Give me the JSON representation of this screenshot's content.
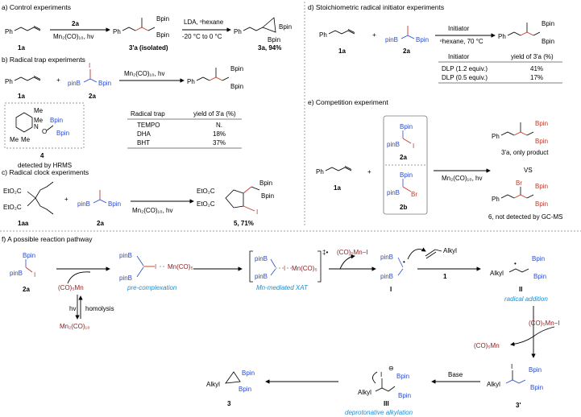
{
  "panels": {
    "a": {
      "title": "a) Control experiments",
      "sm": "1a",
      "reagent": "2a",
      "cond": "Mn₂(CO)₁₀, hv",
      "prod_label": "3'a (isolated)",
      "cond2_top": "LDA, ⁿhexane",
      "cond2_bot": "-20 °C to 0 °C",
      "final": "3a, 94%"
    },
    "b": {
      "title": "b) Radical trap experiments",
      "sm": "1a",
      "reagent": "2a",
      "plus": "+",
      "cond": "Mn₂(CO)₁₀, hv",
      "adduct_num": "4",
      "hrms": "detected by HRMS",
      "table_head": [
        "Radical trap",
        "yield of 3'a (%)"
      ],
      "rows": [
        [
          "TEMPO",
          "N."
        ],
        [
          "DHA",
          "18%"
        ],
        [
          "BHT",
          "37%"
        ]
      ]
    },
    "c": {
      "title": "c) Radical clock experiments",
      "sm": "1aa",
      "reagent": "2a",
      "plus": "+",
      "cond": "Mn₂(CO)₁₀, hv",
      "prod": "5, 71%"
    },
    "d": {
      "title": "d) Stoichiometric radical initiator experiments",
      "sm": "1a",
      "reagent": "2a",
      "plus": "+",
      "cond_top": "Initiator",
      "cond_bot": "ⁿhexane, 70 °C",
      "table_head": [
        "Initiator",
        "yield of 3'a (%)"
      ],
      "rows": [
        [
          "DLP (1.2 equiv.)",
          "41%"
        ],
        [
          "DLP (0.5 equiv.)",
          "17%"
        ]
      ]
    },
    "e": {
      "title": "e) Competition experiment",
      "sm": "1a",
      "plus": "+",
      "r1": "2a",
      "r2": "2b",
      "cond": "Mn₂(CO)₁₀, hv",
      "p1": "3'a, only product",
      "vs": "VS",
      "p2": "6, not detected by GC-MS"
    },
    "f": {
      "title": "f) A possible reaction pathway",
      "s2a": "2a",
      "mn": "(CO)₅Mn",
      "hv": "hv",
      "homolysis": "homolysis",
      "mn2": "Mn₂(CO)₁₀",
      "step_pre": "pre-complexation",
      "step_xat": "Mn-mediated XAT",
      "mni": "(CO)₅Mn−I",
      "alkyl": "Alkyl",
      "int_I": "I",
      "num1": "1",
      "int_II": "II",
      "step_radadd": "radical addition",
      "mni2": "(CO)₅Mn−I",
      "mn3": "(CO)₅Mn",
      "p3p": "3'",
      "base": "Base",
      "int_III": "III",
      "step_dep": "deprotonative alkylation",
      "p3": "3"
    }
  },
  "labels": {
    "bpin": "Bpin",
    "pinb": "pinB",
    "ph": "Ph",
    "i": "I",
    "br": "Br",
    "me": "Me",
    "n": "N",
    "o": "O",
    "co2et": "EtO₂C",
    "mnco5": "Mn(CO)₅",
    "charge": "‡•",
    "minus": "⊖",
    "dot": "•"
  },
  "colors": {
    "boron": "#2a4bd0",
    "iodine": "#c0392b",
    "manganese": "#8b1a1a",
    "step": "#1a8fd6"
  }
}
